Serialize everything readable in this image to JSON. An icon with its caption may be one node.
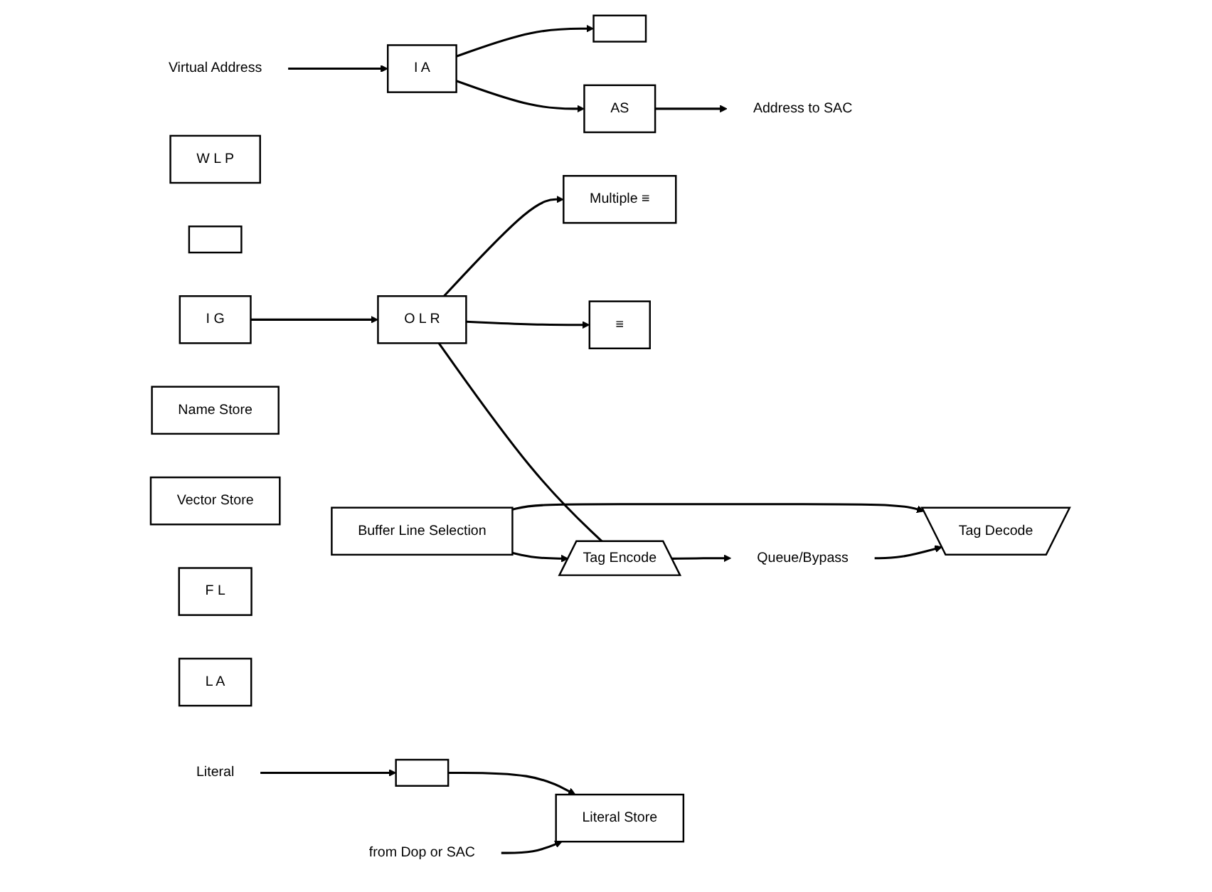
{
  "diagram": {
    "nodes": [
      {
        "text": [
          "Address to SAC"
        ]
      },
      {
        "text": [
          "Queue/Bypass"
        ]
      },
      {
        "text": [
          "AS"
        ]
      },
      {
        "text": [
          "Virtual Address"
        ]
      },
      {
        "text": [
          "I A"
        ]
      },
      {
        "text": [
          "≡"
        ]
      },
      {
        "text": [
          "Multiple ≡"
        ]
      },
      {
        "text": [
          "Tag Encode"
        ]
      },
      {
        "text": [
          "Tag Decode"
        ]
      },
      {
        "text": [
          "W L P"
        ]
      },
      {
        "text": [],
        "shape": "box"
      },
      {
        "text": [],
        "shape": "box"
      },
      {
        "text": [
          "I G"
        ]
      },
      {
        "text": [
          "O L R"
        ]
      },
      {
        "text": [
          "Name Store"
        ]
      },
      {
        "text": [
          "Vector Store"
        ]
      },
      {
        "text": [
          "Literal Store"
        ]
      },
      {
        "text": [
          "F L"
        ]
      },
      {
        "text": [
          "L A"
        ]
      },
      {
        "text": [
          "Buffer Line Selection"
        ]
      },
      {
        "text": [
          "Literal"
        ]
      },
      {
        "text": [],
        "shape": "box"
      },
      {
        "text": [
          "from Dop or SAC"
        ]
      }
    ],
    "edges": [
      {
        "from": 3,
        "to": 4,
        "arrow": "to"
      },
      {
        "from": 4,
        "to": 2,
        "arrow": "to"
      },
      {
        "from": 4,
        "to": 10,
        "arrow": "to"
      },
      {
        "from": 2,
        "to": 0,
        "arrow": "to"
      },
      {
        "from": 12,
        "to": 13,
        "arrow": "to"
      },
      {
        "from": 13,
        "to": 7,
        "arrow": "none"
      },
      {
        "from": 13,
        "to": 5,
        "arrow": "to"
      },
      {
        "from": 13,
        "to": 6,
        "arrow": "to"
      },
      {
        "from": 7,
        "to": 1,
        "arrow": "to"
      },
      {
        "from": 19,
        "to": 7,
        "arrow": "to"
      },
      {
        "from": 1,
        "to": 8,
        "arrow": "to"
      },
      {
        "from": 19,
        "to": 8,
        "arrow": "to"
      },
      {
        "from": 20,
        "to": 21,
        "arrow": "to"
      },
      {
        "from": 21,
        "to": 16,
        "arrow": "to"
      },
      {
        "from": 22,
        "to": 16,
        "arrow": "to"
      }
    ]
  }
}
